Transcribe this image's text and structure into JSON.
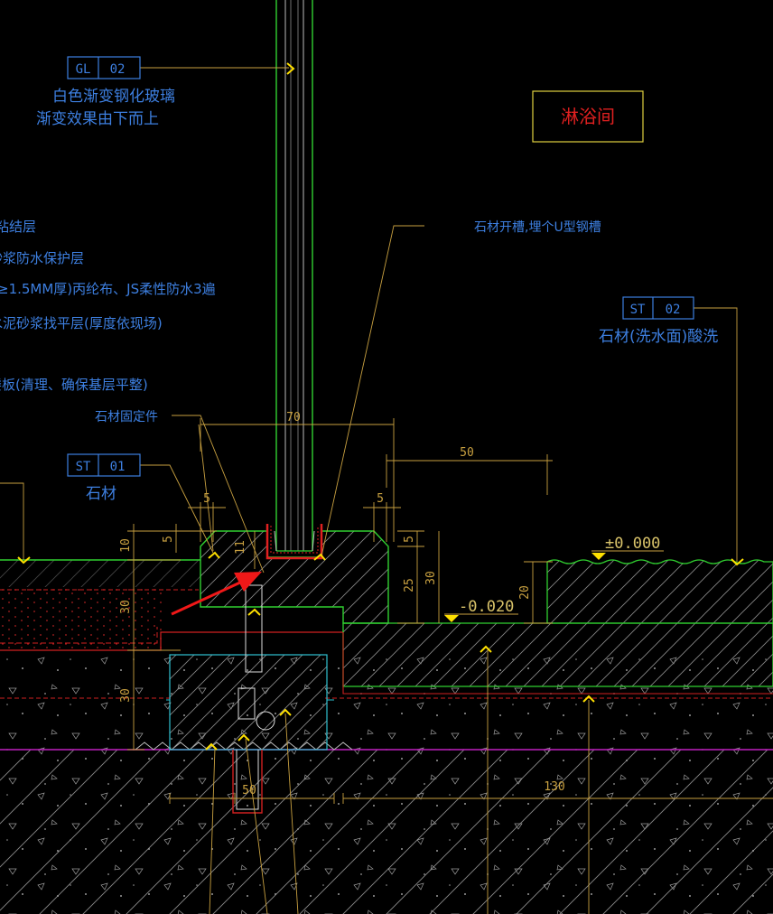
{
  "colors": {
    "background": "#000000",
    "outline_green": "#30d030",
    "annotation_blue": "#3d7fe0",
    "dimension_gold": "#c8a040",
    "room_label_red": "#e02020",
    "marker_yellow": "#ffe000",
    "membrane_magenta": "#c020c0"
  },
  "tags": {
    "gl02": {
      "code": "GL",
      "num": "02",
      "line1": "白色渐变钢化玻璃",
      "line2": "渐变效果由下而上"
    },
    "st02": {
      "code": "ST",
      "num": "02",
      "line1": "石材(洗水面)酸洗"
    },
    "st01": {
      "code": "ST",
      "num": "01",
      "line1": "石材"
    }
  },
  "room_label": "淋浴间",
  "notes": {
    "slot": "石材开槽,埋个U型钢槽",
    "fixing": "石材固定件"
  },
  "layers": [
    "粘结层",
    "砂浆防水保护层",
    "≥1.5MM厚)丙纶布、JS柔性防水3遍",
    "水泥砂浆找平层(厚度依现场)",
    "楼板(清理、确保基层平整)"
  ],
  "dimensions": [
    "70",
    "50",
    "5",
    "5",
    "10",
    "5",
    "11",
    "30",
    "5",
    "25",
    "30",
    "20",
    "30",
    "50",
    "130"
  ],
  "levels": {
    "finish": "±0.000",
    "drop": "-0.020"
  }
}
